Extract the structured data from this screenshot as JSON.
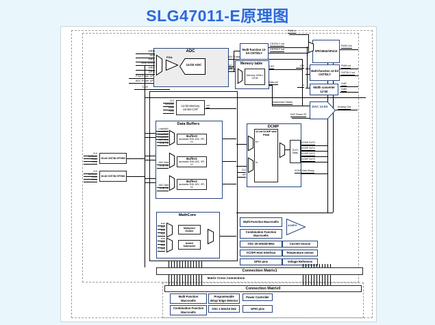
{
  "title": "SLG47011-E原理图",
  "adc": {
    "title": "ADC",
    "pga": "PGA",
    "core": "14-bit ADC",
    "in0": "GPI0",
    "in1": "Vref",
    "in2": "GPI1",
    "in3": "Temp sensor",
    "in4": "GPI2",
    "in5": "GPI3",
    "pwr0": "PGA Power UP",
    "pwr1": "ADC Power UP",
    "pwr2": "CLK",
    "out_ready": "ADC Data Ready",
    "out_data": "ADC Data out"
  },
  "cnt_top": {
    "title": "Multi-function 12-bit CNT/DLY",
    "out0": "CNT/DLY out",
    "out1": "CNT/DLY out"
  },
  "memory": {
    "title": "Memory table",
    "core": "Memory 4096 x 16 bit",
    "input": "SPI",
    "out_top": "CNT",
    "out_bottom": "Data out"
  },
  "mem_cnt": {
    "title": "12-bit Memory control CNT",
    "in0": "CLK",
    "in1": "Up/Down",
    "in2": "Reset",
    "in3": "Keep",
    "out": "out"
  },
  "buffers": {
    "title": "Data Buffers",
    "load0": "Load/Adr0",
    "load1": "Load/Adr1",
    "load2": "Load/Adr2",
    "load3": "Load/Adr3",
    "src0": "ADC Data",
    "src1": "16-bit Par",
    "b0": "Buffer0",
    "b1": "Buffer1",
    "b2": "Buffer2",
    "sub": "accessible R/W: ADC, SPI, I²C"
  },
  "fsm": {
    "f0": "16-bit CNT/DLY/FSM0",
    "f1": "16-bit CNT/DLY/FSM1",
    "in0": "CLK",
    "in1": "Up/Down",
    "in2": "Reset",
    "in3": "Keep"
  },
  "dcmp": {
    "title": "DCMP",
    "core": "12-bit DCMP with PWM",
    "inp": "In+",
    "inn": "In-",
    "mask": "OUTx Mask",
    "out0": "DCMP OUT0",
    "out1": "DCMP OUT1",
    "out2": "DCMP OUT2",
    "out3": "DCMP OUT3",
    "ready": "DCMP Data Ready",
    "clk": "CLK",
    "spi": "SPI"
  },
  "mathcore": {
    "title": "MathCore",
    "mul": "Multiplier/ Divider",
    "add": "Adder/ Subtracter",
    "a0": "Buf0",
    "a1": "Buf1",
    "a2": "Buf2",
    "a3": "ADC",
    "b0": "Buf0",
    "b1": "Buf1",
    "b2": "Buf2",
    "b3": "ADC"
  },
  "rt": {
    "spi": "SPI/xMatchPoint",
    "spi_in": "PWM In",
    "spi_out": "PWM Out",
    "cnt": "Multi-function 12-bit CNT/DLY",
    "cnt_clk": "CLK",
    "cnt_out0": "PWM out",
    "cnt_out1": "CNT/DLY out",
    "wc": "Width converter 12-bit",
    "wc_in": "In",
    "wc_out0": "OutP",
    "wc_out1": "OutN"
  },
  "dac": {
    "title": "DAC 12-bit",
    "input": "Autonomous Startup",
    "power": "DAC Power UP",
    "out": "Analog Out"
  },
  "rb": {
    "mf": "Multi-Function Macrocells",
    "cf": "Combination Function Macrocells",
    "osc": "OSC 25 kHz/48 MHz",
    "i2c": "I²C/SPI Host Interface",
    "gpio": "GPIO pins",
    "acmp": "ACMPH",
    "cur": "Current Source",
    "temp": "Temperature sensor",
    "vref": "Voltage Reference"
  },
  "matrix": {
    "m1": "Connection Matrix1",
    "cross": "Matrix Cross Connections",
    "m0": "Connection Matrix0"
  },
  "bottom": {
    "mf": "Multi-Function Macrocells",
    "cf": "Combination Function Macrocells",
    "pd": "Programmable delay/ Edge detector",
    "osc": "OSC 2 kHz/10 kHz",
    "pwr": "Power Controller",
    "gpio": "GPIO pins"
  }
}
